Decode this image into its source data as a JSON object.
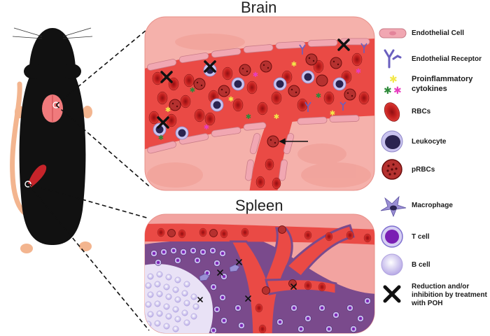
{
  "titles": {
    "brain": "Brain",
    "spleen": "Spleen"
  },
  "legend": [
    {
      "icon": "endothelial-cell-icon",
      "label": "Endothelial Cell"
    },
    {
      "icon": "endothelial-receptor-icon",
      "label": "Endothelial Receptor"
    },
    {
      "icon": "proinflammatory-cytokines-icon",
      "label": "Proinflammatory cytokines"
    },
    {
      "icon": "rbc-icon",
      "label": "RBCs"
    },
    {
      "icon": "leukocyte-icon",
      "label": "Leukocyte"
    },
    {
      "icon": "prbc-icon",
      "label": "pRBCs"
    },
    {
      "icon": "macrophage-icon",
      "label": "Macrophage"
    },
    {
      "icon": "t-cell-icon",
      "label": "T cell"
    },
    {
      "icon": "b-cell-icon",
      "label": "B cell"
    },
    {
      "icon": "x-mark-icon",
      "label": "Reduction and/or inhibition by treatment with POH"
    }
  ],
  "colors": {
    "vessel": "#e8403f",
    "tissue_brain": "#f3a9a4",
    "tissue_spleen_red": "#f2a3a0",
    "white_pulp": "#7a4a8c",
    "rbc": "#c61e1e",
    "mouse_body": "#111111",
    "mouse_skin": "#f3b58f"
  }
}
